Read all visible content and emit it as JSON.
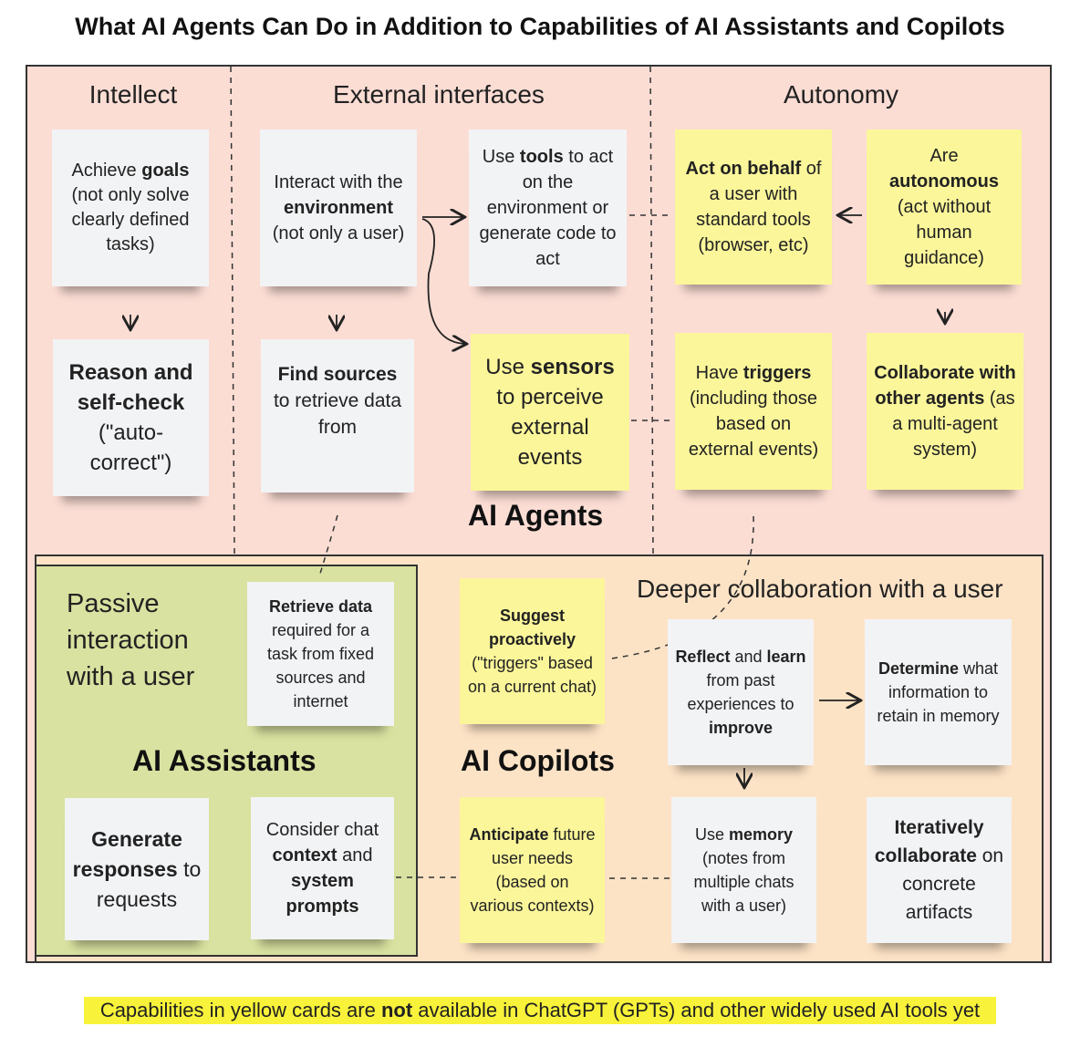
{
  "title": "What AI Agents Can Do in Addition to Capabilities of AI Assistants and Copilots",
  "columns": {
    "intellect": "Intellect",
    "external_interfaces": "External interfaces",
    "autonomy": "Autonomy"
  },
  "labels": {
    "ai_agents": "AI Agents",
    "ai_assistants": "AI Assistants",
    "ai_copilots": "AI Copilots",
    "passive": "Passive interaction with a user",
    "deeper": "Deeper collaboration with a user"
  },
  "cards": {
    "goals": {
      "a": "Achieve ",
      "b": "goals",
      "c": " (not only solve clearly defined tasks)"
    },
    "reason": {
      "a": "",
      "b": "Reason and self-check",
      "c": " (\"auto-correct\")"
    },
    "interact": {
      "a": "Interact with the ",
      "b": "environment",
      "c": " (not only a user)"
    },
    "find": {
      "a": "",
      "b": "Find sources",
      "c": " to retrieve data from"
    },
    "tools": {
      "a": "Use ",
      "b": "tools",
      "c": " to act on the environment or generate code to act"
    },
    "sensors": {
      "a": "Use ",
      "b": "sensors",
      "c": " to perceive external events"
    },
    "act": {
      "a": "",
      "b": "Act on behalf",
      "c": " of a user with standard tools (browser, etc)"
    },
    "autonomous": {
      "a": "Are ",
      "b": "autonomous",
      "c": " (act without human guidance)"
    },
    "triggers": {
      "a": "Have ",
      "b": "triggers",
      "c": " (including those based on external events)"
    },
    "collaborate": {
      "a": "",
      "b": "Collaborate with other agents",
      "c": " (as a multi-agent system)"
    },
    "retrieve": {
      "a": "",
      "b": "Retrieve data",
      "c": " required for a task from fixed sources and internet"
    },
    "generate": {
      "a": "",
      "b": "Generate responses",
      "c": " to requests"
    },
    "context": {
      "a": "Consider chat ",
      "b": "context",
      "c": " and ",
      "d": "system prompts"
    },
    "suggest": {
      "a": "",
      "b": "Suggest proactively",
      "c": " (\"triggers\" based on a current chat)"
    },
    "reflect": {
      "a": "",
      "b": "Reflect",
      "c": " and ",
      "d": "learn",
      "e": " from past experiences to ",
      "f": "improve"
    },
    "determine": {
      "a": "",
      "b": "Determine",
      "c": " what information to retain in memory"
    },
    "anticipate": {
      "a": "",
      "b": "Anticipate",
      "c": " future user needs (based on various contexts)"
    },
    "memory": {
      "a": "Use ",
      "b": "memory",
      "c": " (notes from multiple chats with a user)"
    },
    "iterative": {
      "a": "",
      "b": "Iteratively collaborate",
      "c": " on concrete artifacts"
    }
  },
  "footer": {
    "a": "Capabilities in yellow cards are ",
    "b": "not",
    "c": " available in ChatGPT (GPTs) and other widely used AI tools yet"
  },
  "colors": {
    "agents_bg": "#fbddd4",
    "copilots_bg": "#fde3c6",
    "assistants_bg": "#d9e2a0",
    "yellow_card": "#fbf69a",
    "white_card": "#f2f3f5",
    "footer_highlight": "#f8f33a"
  }
}
